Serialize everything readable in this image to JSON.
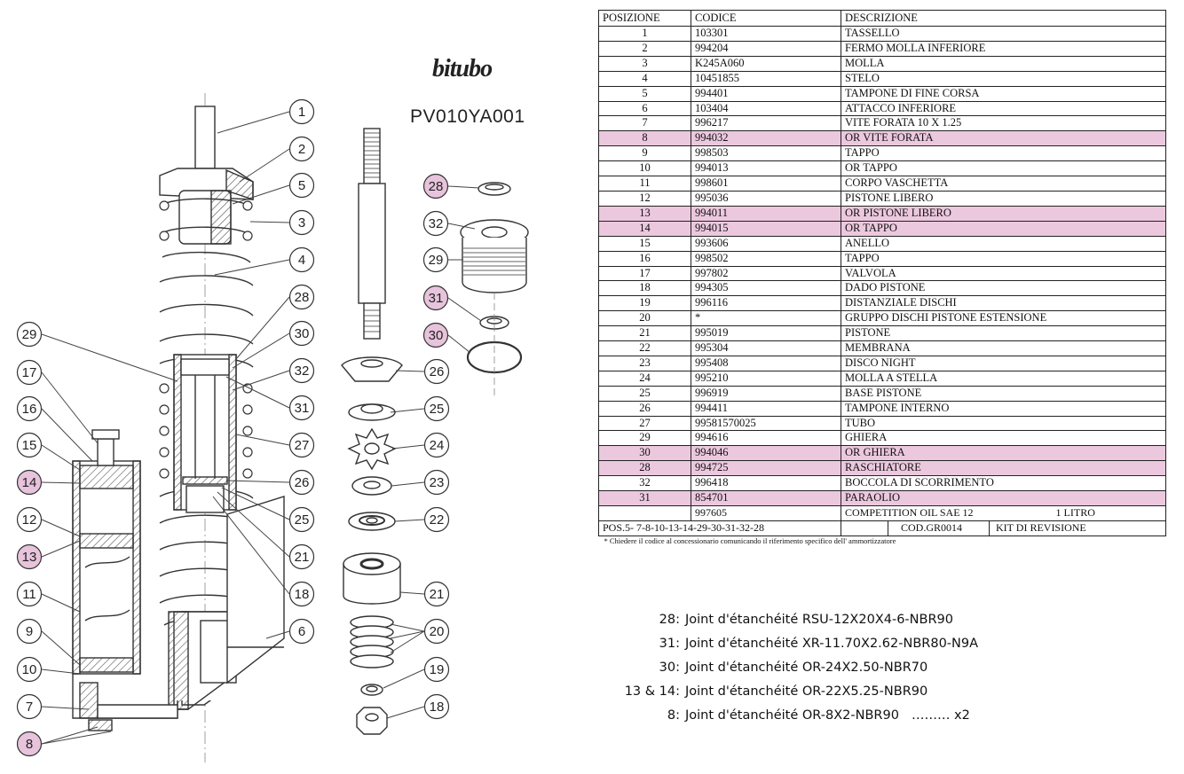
{
  "brand": "bitubo",
  "model_code": "PV010YA001",
  "table": {
    "headers": [
      "POSIZIONE",
      "CODICE",
      "DESCRIZIONE"
    ],
    "rows": [
      {
        "pos": "1",
        "code": "103301",
        "desc": "TASSELLO",
        "highlight": false
      },
      {
        "pos": "2",
        "code": "994204",
        "desc": "FERMO MOLLA INFERIORE",
        "highlight": false
      },
      {
        "pos": "3",
        "code": "K245A060",
        "desc": "MOLLA",
        "highlight": false
      },
      {
        "pos": "4",
        "code": "10451855",
        "desc": "STELO",
        "highlight": false
      },
      {
        "pos": "5",
        "code": "994401",
        "desc": "TAMPONE DI FINE CORSA",
        "highlight": false
      },
      {
        "pos": "6",
        "code": "103404",
        "desc": "ATTACCO INFERIORE",
        "highlight": false
      },
      {
        "pos": "7",
        "code": "996217",
        "desc": "VITE FORATA 10 X 1.25",
        "highlight": false
      },
      {
        "pos": "8",
        "code": "994032",
        "desc": "OR VITE FORATA",
        "highlight": true
      },
      {
        "pos": "9",
        "code": "998503",
        "desc": "TAPPO",
        "highlight": false
      },
      {
        "pos": "10",
        "code": "994013",
        "desc": "OR TAPPO",
        "highlight": false
      },
      {
        "pos": "11",
        "code": "998601",
        "desc": "CORPO VASCHETTA",
        "highlight": false
      },
      {
        "pos": "12",
        "code": "995036",
        "desc": "PISTONE LIBERO",
        "highlight": false
      },
      {
        "pos": "13",
        "code": "994011",
        "desc": "OR PISTONE LIBERO",
        "highlight": true
      },
      {
        "pos": "14",
        "code": "994015",
        "desc": "OR TAPPO",
        "highlight": true
      },
      {
        "pos": "15",
        "code": "993606",
        "desc": "ANELLO",
        "highlight": false
      },
      {
        "pos": "16",
        "code": "998502",
        "desc": "TAPPO",
        "highlight": false
      },
      {
        "pos": "17",
        "code": "997802",
        "desc": "VALVOLA",
        "highlight": false
      },
      {
        "pos": "18",
        "code": "994305",
        "desc": "DADO PISTONE",
        "highlight": false
      },
      {
        "pos": "19",
        "code": "996116",
        "desc": "DISTANZIALE DISCHI",
        "highlight": false
      },
      {
        "pos": "20",
        "code": "*",
        "desc": "GRUPPO DISCHI PISTONE ESTENSIONE",
        "highlight": false
      },
      {
        "pos": "21",
        "code": "995019",
        "desc": "PISTONE",
        "highlight": false
      },
      {
        "pos": "22",
        "code": "995304",
        "desc": "MEMBRANA",
        "highlight": false
      },
      {
        "pos": "23",
        "code": "995408",
        "desc": "DISCO NIGHT",
        "highlight": false
      },
      {
        "pos": "24",
        "code": "995210",
        "desc": "MOLLA A STELLA",
        "highlight": false
      },
      {
        "pos": "25",
        "code": "996919",
        "desc": "BASE PISTONE",
        "highlight": false
      },
      {
        "pos": "26",
        "code": "994411",
        "desc": "TAMPONE INTERNO",
        "highlight": false
      },
      {
        "pos": "27",
        "code": "99581570025",
        "desc": "TUBO",
        "highlight": false
      },
      {
        "pos": "29",
        "code": "994616",
        "desc": "GHIERA",
        "highlight": false
      },
      {
        "pos": "30",
        "code": "994046",
        "desc": "OR GHIERA",
        "highlight": true
      },
      {
        "pos": "28",
        "code": "994725",
        "desc": "RASCHIATORE",
        "highlight": true
      },
      {
        "pos": "32",
        "code": "996418",
        "desc": "BOCCOLA DI SCORRIMENTO",
        "highlight": false
      },
      {
        "pos": "31",
        "code": "854701",
        "desc": "PARAOLIO",
        "highlight": true
      }
    ],
    "oil_row": {
      "code": "997605",
      "desc": "COMPETITION OIL SAE 12",
      "qty": "1 LITRO"
    },
    "kit_row": {
      "positions": "POS.5- 7-8-10-13-14-29-30-31-32-28",
      "cod": "COD.GR0014",
      "label": "KIT DI REVISIONE"
    },
    "note": "* Chiedere il codice al concessionario comunicando il riferimento specifico dell' ammortizzatore"
  },
  "seals": [
    {
      "num": "28:",
      "text": "Joint d'étanchéité RSU-12X20X4-6-NBR90",
      "extra": ""
    },
    {
      "num": "31:",
      "text": "Joint d'étanchéité XR-11.70X2.62-NBR80-N9A",
      "extra": ""
    },
    {
      "num": "30:",
      "text": "Joint d'étanchéité OR-24X2.50-NBR70",
      "extra": ""
    },
    {
      "num": "13 & 14:",
      "text": "Joint d'étanchéité OR-22X5.25-NBR90",
      "extra": ""
    },
    {
      "num": "8:",
      "text": "Joint d'étanchéité OR-8X2-NBR90",
      "extra": "……… x2"
    }
  ],
  "callouts": {
    "main": [
      "1",
      "2",
      "5",
      "3",
      "4",
      "28",
      "30",
      "32",
      "31",
      "27",
      "26",
      "25",
      "21",
      "18",
      "6"
    ],
    "left": [
      "29",
      "17",
      "16",
      "15",
      "14",
      "12",
      "13",
      "11",
      "9",
      "10",
      "7",
      "8"
    ],
    "exploded": [
      "28",
      "32",
      "29",
      "31",
      "30",
      "26",
      "25",
      "24",
      "23",
      "22",
      "21",
      "20",
      "19",
      "18"
    ],
    "highlighted": [
      "28",
      "31",
      "30",
      "14",
      "13",
      "8"
    ]
  },
  "colors": {
    "highlight": "#ecc8df",
    "badge_fill": "#e7c3dc",
    "line": "#333333"
  }
}
